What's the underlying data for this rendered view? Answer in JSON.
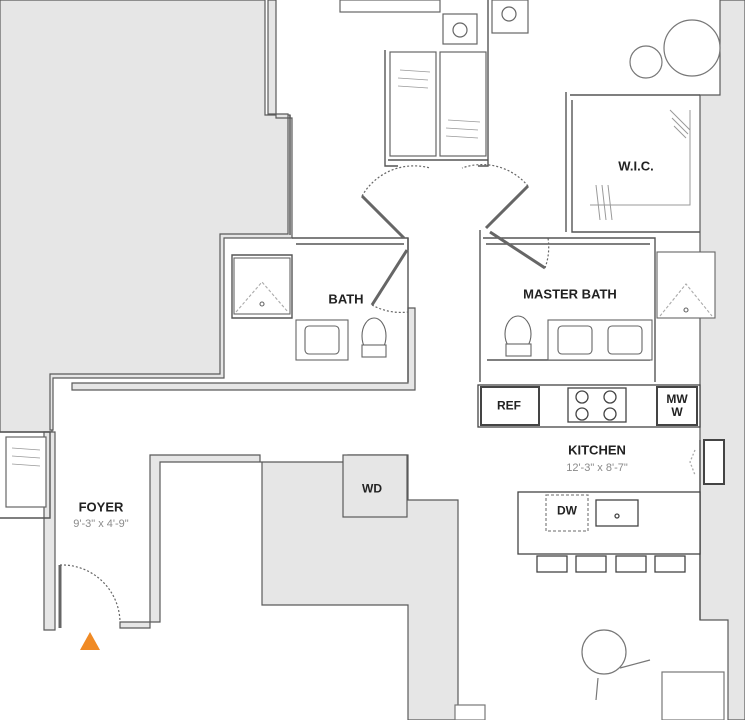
{
  "plan": {
    "rooms": {
      "bath": "BATH",
      "master_bath": "MASTER BATH",
      "wic": "W.I.C.",
      "kitchen": "KITCHEN",
      "kitchen_dim": "12'-3\" x 8'-7\"",
      "foyer": "FOYER",
      "foyer_dim": "9'-3\" x 4'-9\""
    },
    "appliances": {
      "ref": "REF",
      "mw_line1": "MW",
      "mw_line2": "W",
      "wd": "WD",
      "dw": "DW"
    },
    "colors": {
      "wall_fill": "#e6e6e6",
      "wall_line": "#555555",
      "fixture_line": "#7a7a7a",
      "entry_marker": "#f08a24"
    }
  }
}
